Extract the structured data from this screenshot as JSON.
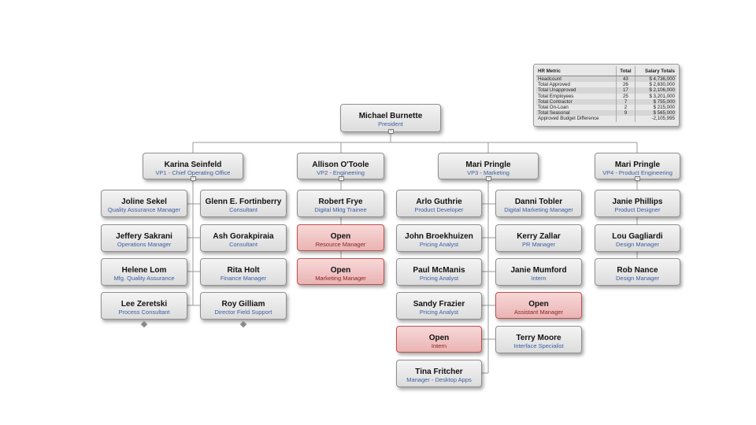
{
  "hr_table": {
    "headers": [
      "HR Metric",
      "Total",
      "Salary Totals"
    ],
    "rows": [
      [
        "Headcount",
        "43",
        "$ 4,736,000"
      ],
      [
        "Total Approved",
        "26",
        "$ 2,630,000"
      ],
      [
        "Total Unapproved",
        "17",
        "$ 2,106,000"
      ],
      [
        "Total Employees",
        "25",
        "$ 3,201,000"
      ],
      [
        "Total Contractor",
        "7",
        "$ 755,000"
      ],
      [
        "Total On-Loan",
        "2",
        "$ 215,000"
      ],
      [
        "Total Seasonal",
        "9",
        "$ 565,000"
      ],
      [
        "Approved Budget Difference",
        "",
        "-2,105,995"
      ]
    ]
  },
  "president": {
    "name": "Michael Burnette",
    "title": "President"
  },
  "vps": [
    {
      "name": "Karina Seinfeld",
      "title": "VP1 - Chief Operating Office"
    },
    {
      "name": "Allison O'Toole",
      "title": "VP2 - Engineering"
    },
    {
      "name": "Mari Pringle",
      "title": "VP3 - Marketing"
    },
    {
      "name": "Mari Pringle",
      "title": "VP4 - Product Engineering"
    }
  ],
  "vp1_left": [
    {
      "name": "Joline Sekel",
      "title": "Quality Assurance Manager"
    },
    {
      "name": "Jeffery Sakrani",
      "title": "Operations Manager"
    },
    {
      "name": "Helene Lom",
      "title": "Mfg. Quality Assurance"
    },
    {
      "name": "Lee Zeretski",
      "title": "Process Consultant"
    }
  ],
  "vp1_right": [
    {
      "name": "Glenn E. Fortinberry",
      "title": "Consultant"
    },
    {
      "name": "Ash Gorakpiraia",
      "title": "Consultant"
    },
    {
      "name": "Rita Holt",
      "title": "Finance Manager"
    },
    {
      "name": "Roy Gilliam",
      "title": "Director Field Support"
    }
  ],
  "vp2": [
    {
      "name": "Robert Frye",
      "title": "Digital Mktg Trainee"
    },
    {
      "name": "Open",
      "title": "Resource Manager"
    },
    {
      "name": "Open",
      "title": "Marketing Manager"
    }
  ],
  "vp3_left": [
    {
      "name": "Arlo Guthrie",
      "title": "Product Developer"
    },
    {
      "name": "John Broekhuizen",
      "title": "Pricing Analyst"
    },
    {
      "name": "Paul McManis",
      "title": "Pricing Analyst"
    },
    {
      "name": "Sandy Frazier",
      "title": "Pricing Analyst"
    },
    {
      "name": "Open",
      "title": "Intern"
    },
    {
      "name": "Tina Fritcher",
      "title": "Manager - Desktop Apps"
    }
  ],
  "vp3_right": [
    {
      "name": "Danni Tobler",
      "title": "Digital Marketing Manager"
    },
    {
      "name": "Kerry Zallar",
      "title": "PR Manager"
    },
    {
      "name": "Janie Mumford",
      "title": "Intern"
    },
    {
      "name": "Open",
      "title": "Assistant Manager"
    },
    {
      "name": "Terry Moore",
      "title": "Interface Specialist"
    }
  ],
  "vp4": [
    {
      "name": "Janie Phillips",
      "title": "Product Designer"
    },
    {
      "name": "Lou Gagliardi",
      "title": "Design Manager"
    },
    {
      "name": "Rob Nance",
      "title": "Design Manager"
    }
  ],
  "toggle_symbol": "−"
}
